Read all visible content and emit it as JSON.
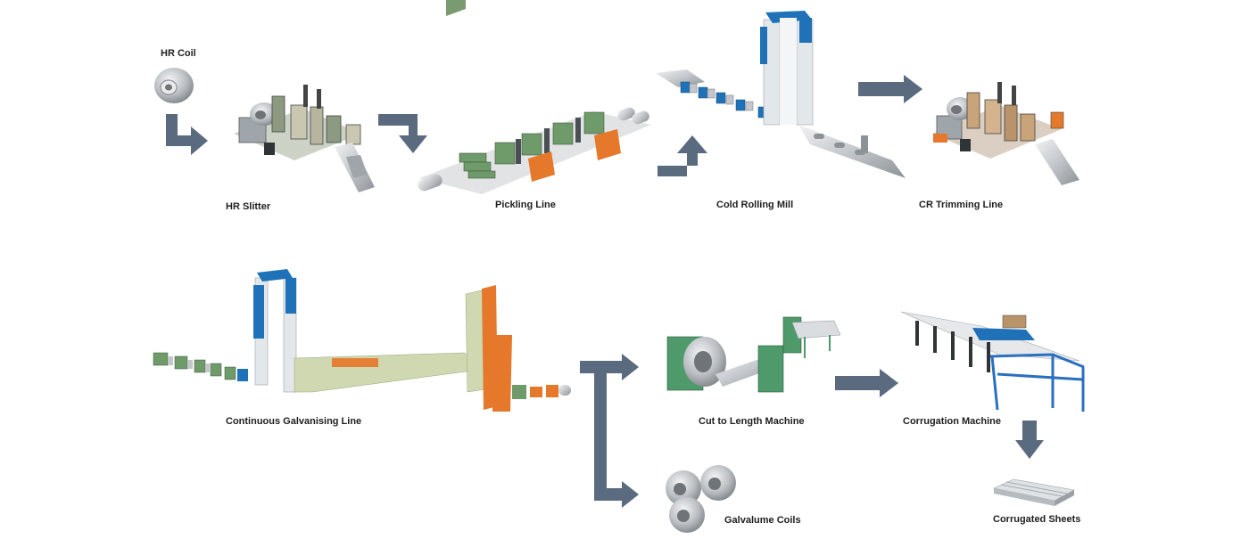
{
  "diagram": {
    "stages": {
      "hr_coil": "HR Coil",
      "hr_slitter": "HR Slitter",
      "pickling_line": "Pickling Line",
      "cold_rolling_mill": "Cold Rolling Mill",
      "cr_trimming_line": "CR Trimming Line",
      "continuous_galvanising_line": "Continuous Galvanising Line",
      "cut_to_length_machine": "Cut to Length Machine",
      "corrugation_machine": "Corrugation Machine",
      "galvalume_coils": "Galvalume Coils",
      "corrugated_sheets": "Corrugated Sheets"
    },
    "colors": {
      "arrow": "#5a6a7f",
      "steel": "#c8ccd0",
      "machine_green": "#6f9a6a",
      "accent_blue": "#1f72b8",
      "accent_orange": "#e5782a",
      "frame_blue": "#2a6fc0",
      "strip_beige": "#cfd8b0"
    }
  }
}
